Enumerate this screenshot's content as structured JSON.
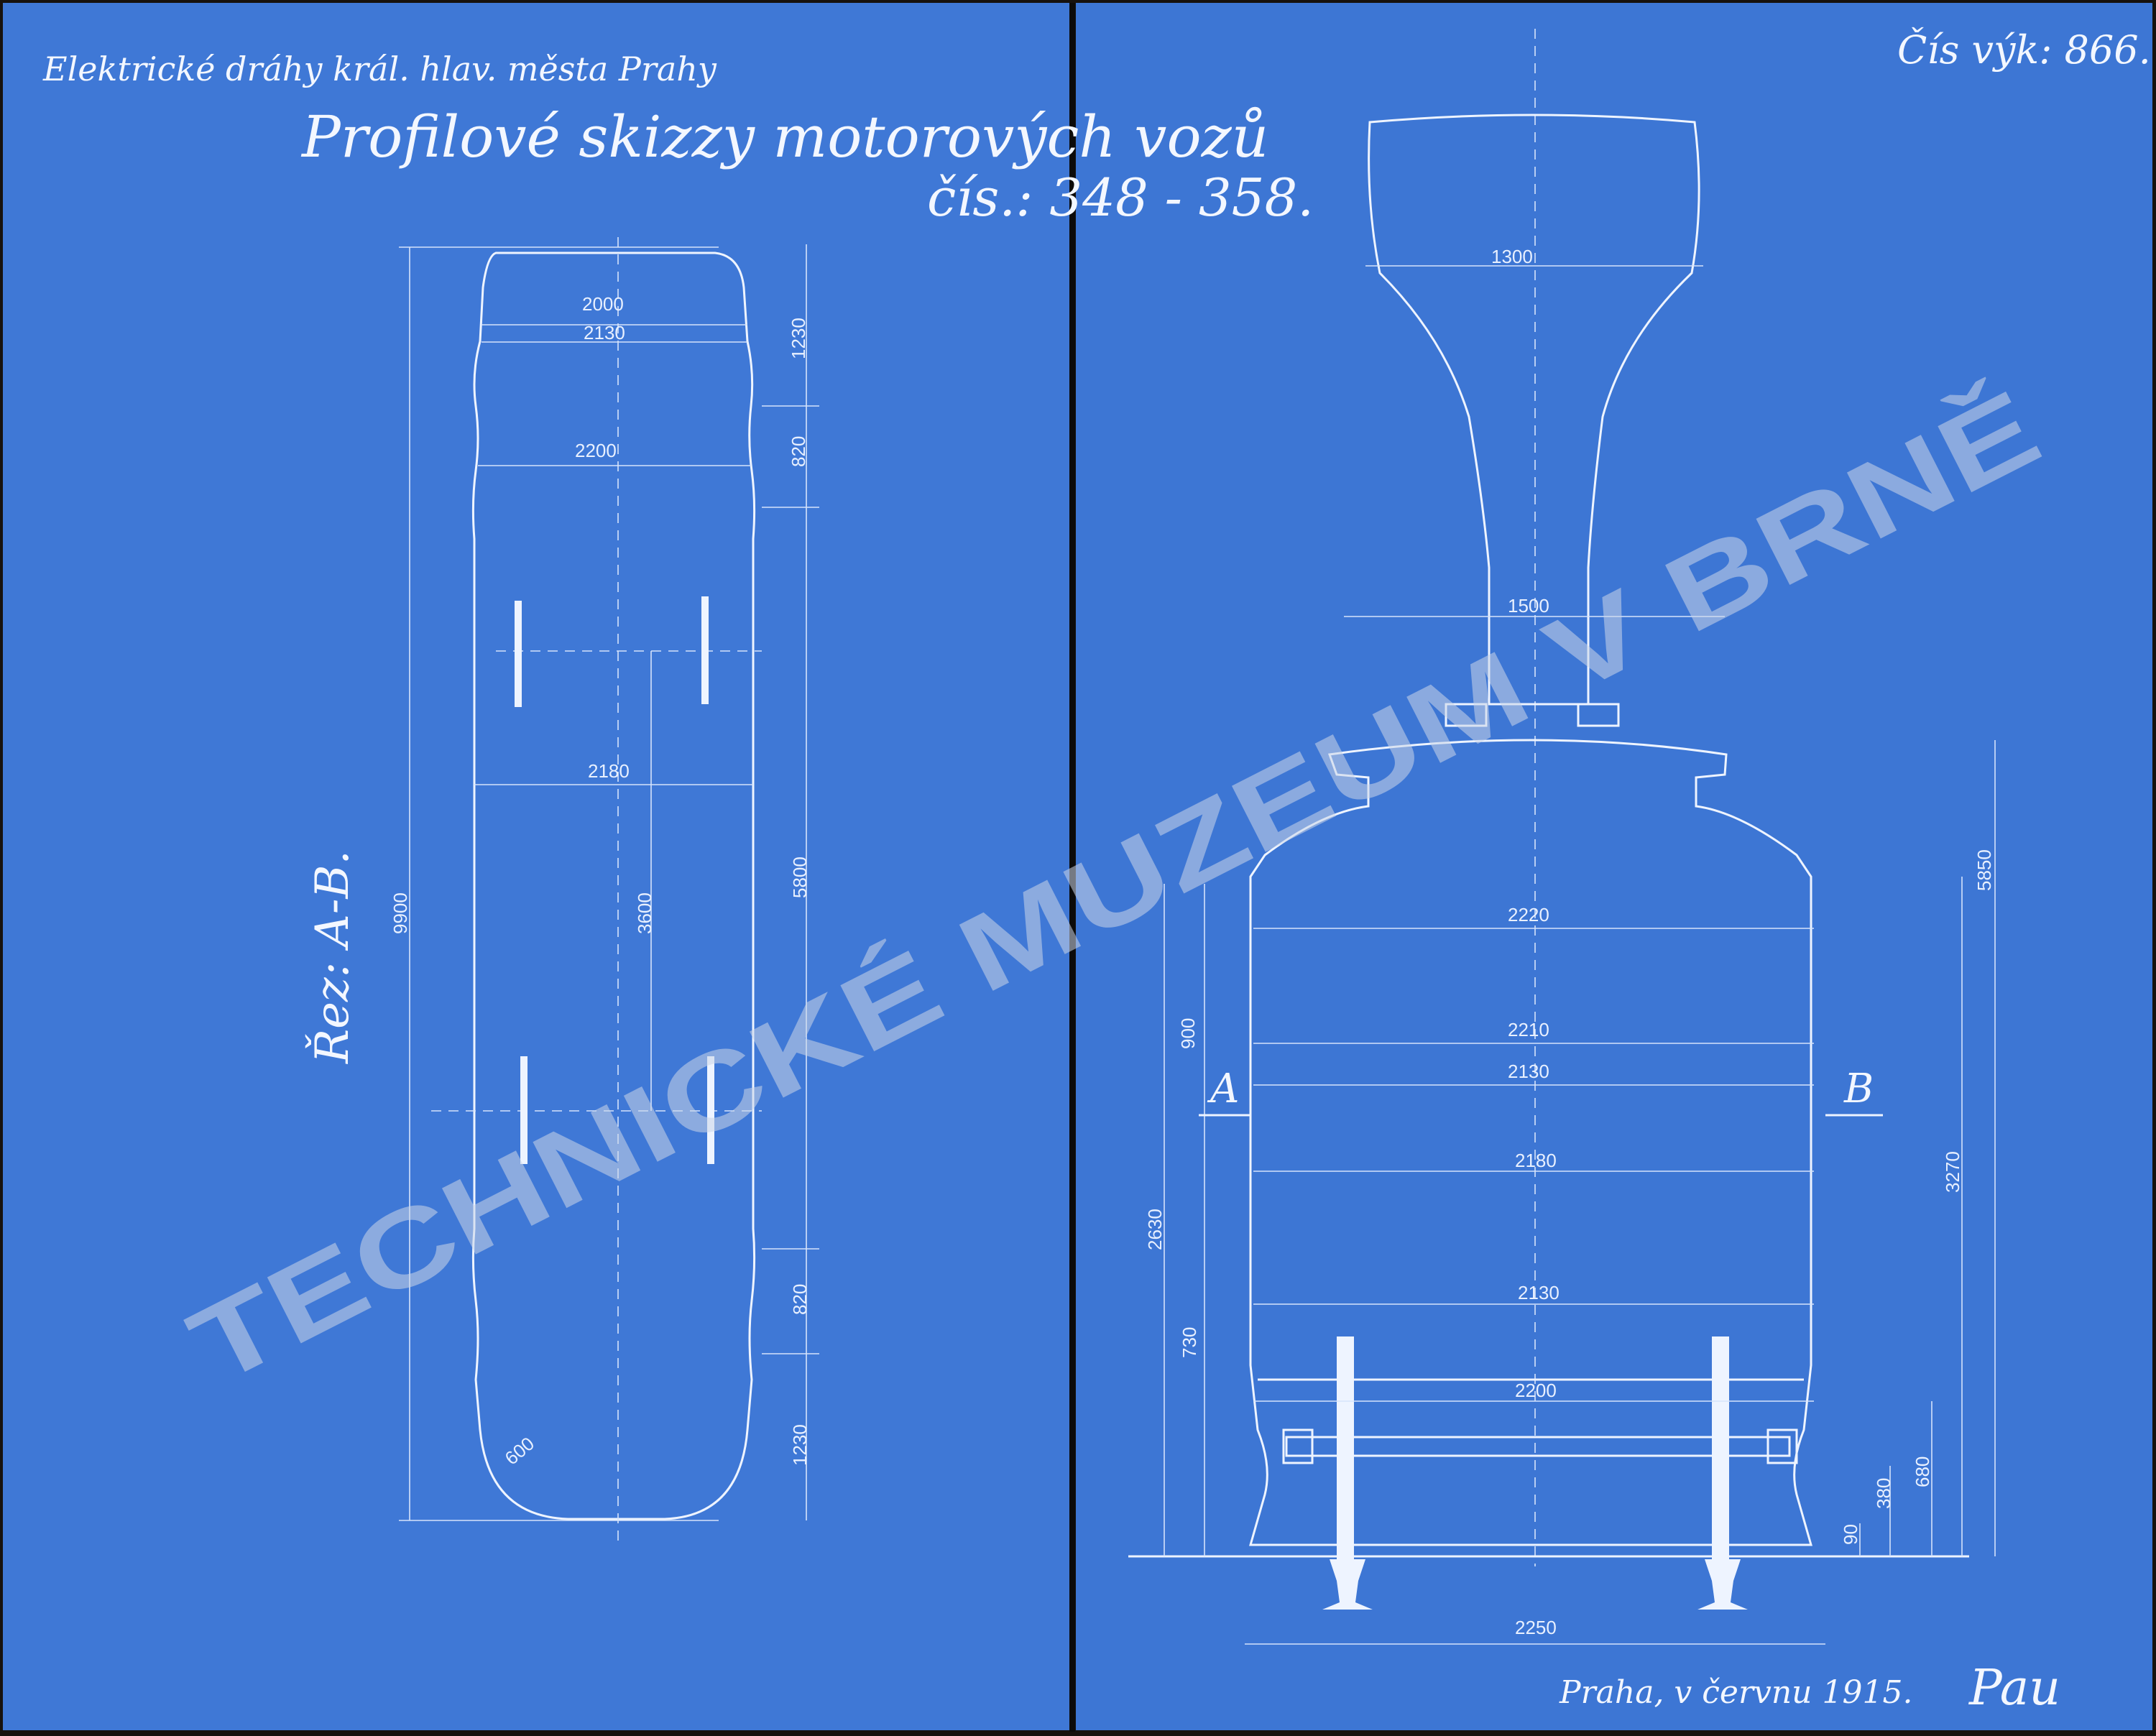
{
  "header": {
    "company": "Elektrické dráhy král. hlav. města Prahy",
    "title": "Profilové skizzy motorových vozů",
    "subtitle": "čís.: 348 - 358.",
    "copy_number": "Čís výk: 866."
  },
  "section_label": "Řez: A-B.",
  "plan_view": {
    "dims": [
      "2000",
      "2130",
      "2200",
      "2180",
      "3600",
      "9900",
      "1230",
      "820",
      "5800",
      "820",
      "1230",
      "600"
    ]
  },
  "section_view": {
    "dims": [
      "1300",
      "1500",
      "2220",
      "2210",
      "2130",
      "2180",
      "2130",
      "2200",
      "2250",
      "900",
      "2630",
      "730",
      "5850",
      "3270",
      "680",
      "380",
      "90"
    ],
    "marker_a": "A",
    "marker_b": "B"
  },
  "footer": {
    "place_date": "Praha, v červnu 1915.",
    "signature": "Pau"
  },
  "watermark": "TECHNICKÉ MUZEUM V BRNĚ",
  "colors": {
    "paper": "#3f78d6",
    "ink": "#f2f6ff",
    "watermark": "#cbd6e8",
    "background": "#17120e"
  }
}
